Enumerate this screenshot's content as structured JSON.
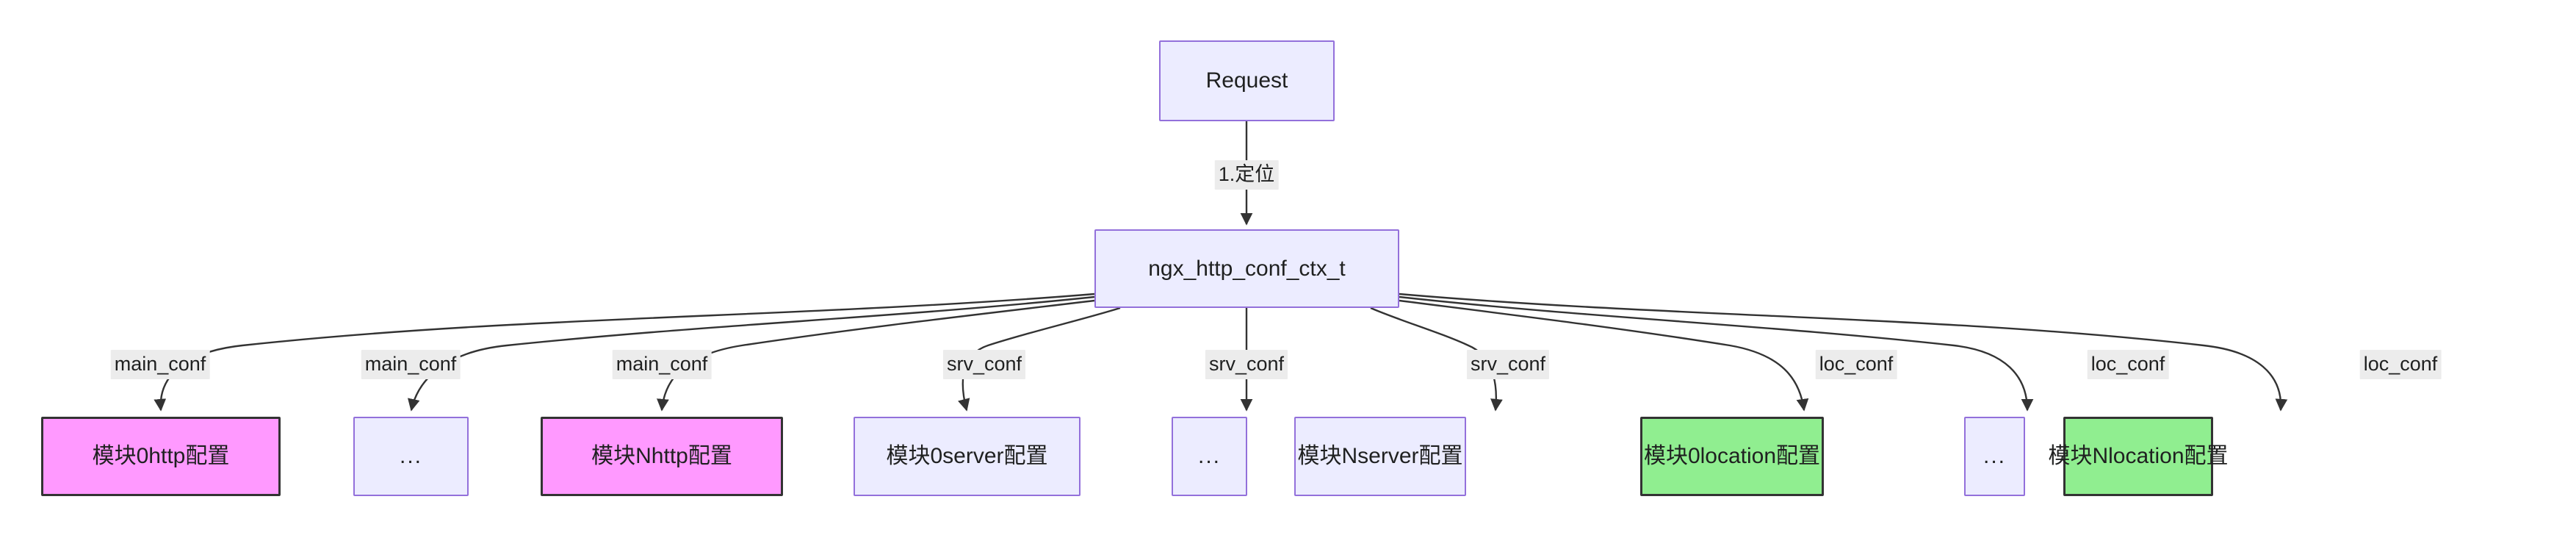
{
  "diagram": {
    "type": "flowchart",
    "direction": "top-down",
    "background": "#ffffff",
    "palette": {
      "default_fill": "#ececff",
      "default_stroke": "#9370db",
      "pink_fill": "#ff99ff",
      "green_fill": "#90ee90",
      "dark_stroke": "#333333",
      "label_bg": "#ececec",
      "text": "#1f2020",
      "edge_stroke": "#333333"
    },
    "nodes": {
      "request": {
        "label": "Request",
        "style": "default"
      },
      "ctx": {
        "label": "ngx_http_conf_ctx_t",
        "style": "default"
      },
      "main0": {
        "label": "模块0http配置",
        "style": "pink"
      },
      "main_dots": {
        "label": "...",
        "style": "default"
      },
      "mainN": {
        "label": "模块Nhttp配置",
        "style": "pink"
      },
      "srv0": {
        "label": "模块0server配置",
        "style": "default"
      },
      "srv_dots": {
        "label": "...",
        "style": "default"
      },
      "srvN": {
        "label": "模块Nserver配置",
        "style": "default"
      },
      "loc0": {
        "label": "模块0location配置",
        "style": "green"
      },
      "loc_dots": {
        "label": "...",
        "style": "default"
      },
      "locN": {
        "label": "模块Nlocation配置",
        "style": "green"
      }
    },
    "edges": [
      {
        "id": "e0",
        "from": "request",
        "to": "ctx",
        "label": "1.定位"
      },
      {
        "id": "e1",
        "from": "ctx",
        "to": "main0",
        "label": "main_conf"
      },
      {
        "id": "e2",
        "from": "ctx",
        "to": "main_dots",
        "label": "main_conf"
      },
      {
        "id": "e3",
        "from": "ctx",
        "to": "mainN",
        "label": "main_conf"
      },
      {
        "id": "e4",
        "from": "ctx",
        "to": "srv0",
        "label": "srv_conf"
      },
      {
        "id": "e5",
        "from": "ctx",
        "to": "srv_dots",
        "label": "srv_conf"
      },
      {
        "id": "e6",
        "from": "ctx",
        "to": "srvN",
        "label": "srv_conf"
      },
      {
        "id": "e7",
        "from": "ctx",
        "to": "loc0",
        "label": "loc_conf"
      },
      {
        "id": "e8",
        "from": "ctx",
        "to": "loc_dots",
        "label": "loc_conf"
      },
      {
        "id": "e9",
        "from": "ctx",
        "to": "locN",
        "label": "loc_conf"
      }
    ]
  }
}
